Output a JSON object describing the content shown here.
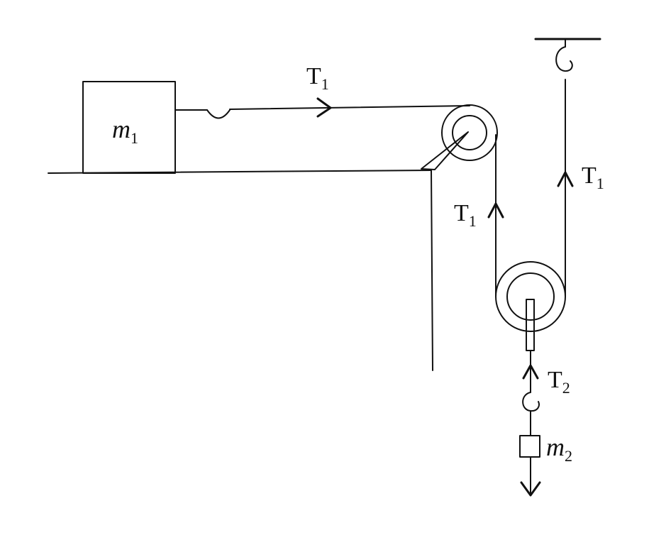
{
  "labels": {
    "block_mass": "m",
    "block_mass_sub": "1",
    "hanging_mass": "m",
    "hanging_mass_sub": "2",
    "tension_top": "T",
    "tension_top_sub": "1",
    "tension_left_string": "T",
    "tension_left_string_sub": "1",
    "tension_right_string": "T",
    "tension_right_string_sub": "1",
    "tension_lower": "T",
    "tension_lower_sub": "2"
  },
  "colors": {
    "ink": "#111111",
    "background": "#ffffff"
  }
}
